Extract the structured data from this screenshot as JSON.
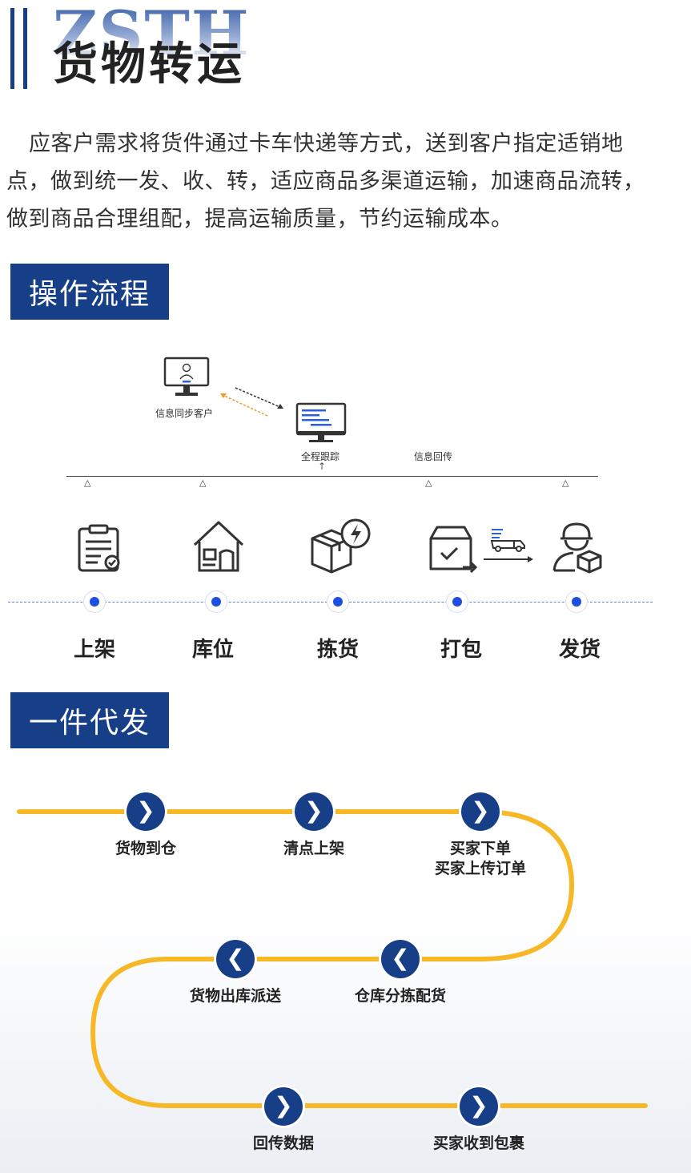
{
  "header": {
    "brand": "ZSTH",
    "title": "货物转运"
  },
  "intro": "应客户需求将货件通过卡车快递等方式，送到客户指定适销地点，做到统一发、收、转，适应商品多渠道运输，加速商品流转，做到商品合理组配，提高运输质量，节约运输成本。",
  "section1": {
    "label": "操作流程",
    "diagram_labels": {
      "customer": "信息同步客户",
      "tracking": "全程跟踪",
      "feedback": "信息回传"
    },
    "steps": [
      {
        "label": "上架",
        "icon": "clipboard-check-icon"
      },
      {
        "label": "库位",
        "icon": "house-icon"
      },
      {
        "label": "拣货",
        "icon": "box-lightning-icon"
      },
      {
        "label": "打包",
        "icon": "package-check-icon"
      },
      {
        "label": "发货",
        "icon": "delivery-person-icon"
      }
    ],
    "truck_icon": "truck-icon",
    "accent_color": "#1e4fe0"
  },
  "section2": {
    "label": "一件代发",
    "path_color": "#f6b826",
    "node_color": "#173f88",
    "nodes": [
      {
        "label": "货物到仓",
        "direction": "right"
      },
      {
        "label": "清点上架",
        "direction": "right"
      },
      {
        "label": "买家下单\n买家上传订单",
        "direction": "right"
      },
      {
        "label": "仓库分拣配货",
        "direction": "left"
      },
      {
        "label": "货物出库派送",
        "direction": "left"
      },
      {
        "label": "回传数据",
        "direction": "right"
      },
      {
        "label": "买家收到包裹",
        "direction": "right"
      }
    ]
  },
  "colors": {
    "brand_blue": "#173f88",
    "dot_blue": "#1e4fe0",
    "path_yellow": "#f6b826"
  }
}
